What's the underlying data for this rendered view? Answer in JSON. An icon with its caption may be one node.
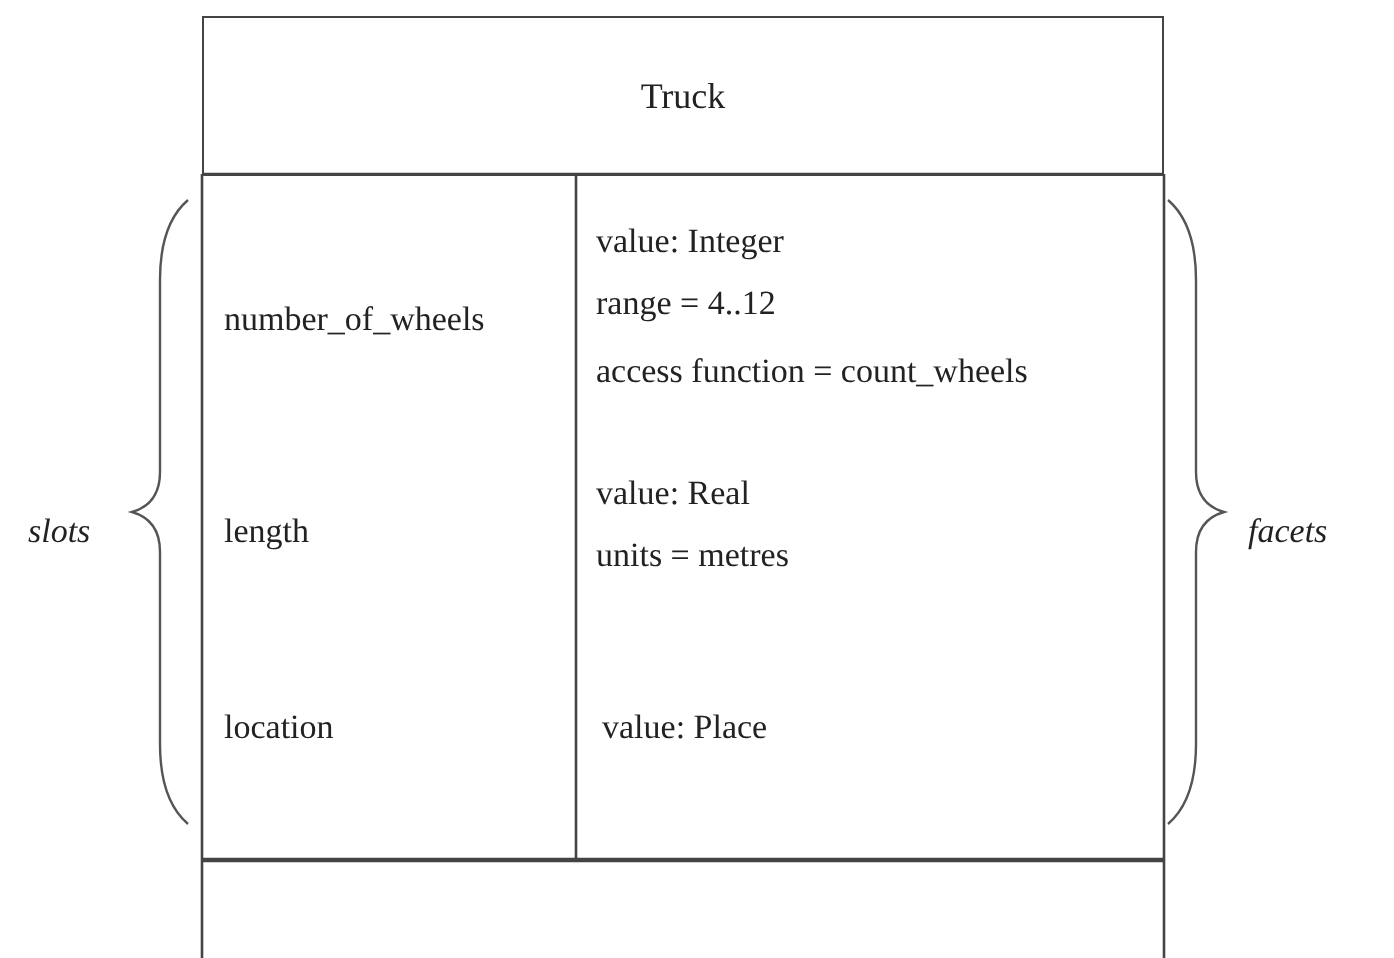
{
  "diagram": {
    "nodes": [
      {
        "text": [
          "Truck"
        ]
      }
    ],
    "labels": [
      "number_of_wheels",
      "value: Integer",
      "range = 4..12",
      "access function = count_wheels",
      "length",
      "value: Real",
      "units = metres",
      "location",
      "value: Place",
      "slots",
      "facets"
    ]
  }
}
